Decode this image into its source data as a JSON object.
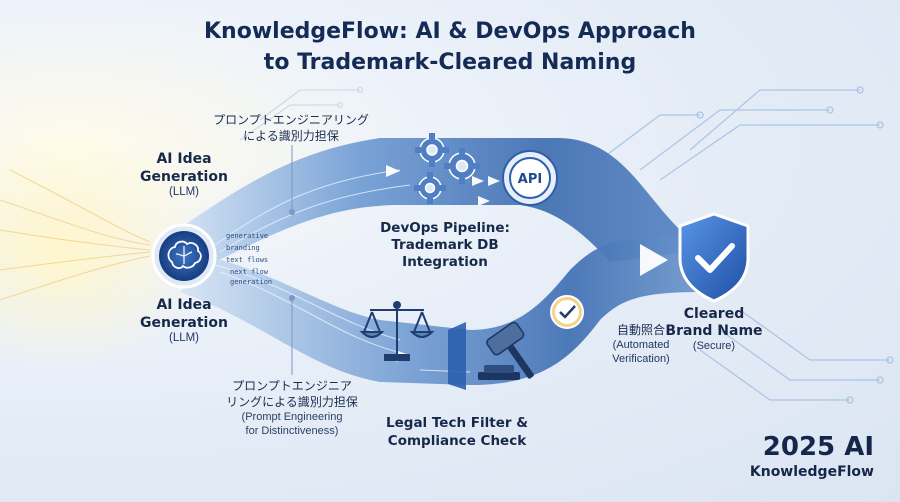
{
  "title": {
    "line1": "KnowledgeFlow: AI & DevOps Approach",
    "line2": "to Trademark-Cleared Naming"
  },
  "ai_top": {
    "title_line1": "AI Idea",
    "title_line2": "Generation",
    "sub": "(LLM)"
  },
  "ai_bottom": {
    "title_line1": "AI Idea",
    "title_line2": "Generation",
    "sub": "(LLM)"
  },
  "prompt_top": {
    "line1": "プロンプトエンジニアリング",
    "line2": "による識別力担保"
  },
  "prompt_bottom": {
    "line1": "プロンプトエンジニア",
    "line2": "リングによる識別力担保",
    "sub1": "(Prompt Engineering",
    "sub2": "for Distinctiveness)"
  },
  "devops": {
    "line1": "DevOps Pipeline:",
    "line2": "Trademark DB",
    "line3": "Integration"
  },
  "api_label": "API",
  "legal": {
    "line1": "Legal Tech Filter &",
    "line2": "Compliance Check"
  },
  "verify": {
    "jp": "自動照合",
    "sub1": "(Automated",
    "sub2": "Verification)"
  },
  "cleared": {
    "line1": "Cleared",
    "line2": "Brand Name",
    "sub": "(Secure)"
  },
  "stream_words": [
    "generative",
    "branding",
    "text flows",
    "next flow",
    "generation"
  ],
  "footer": {
    "year": "2025 AI",
    "brand": "KnowledgeFlow"
  },
  "colors": {
    "title": "#142b55",
    "river_dark": "#3e6db0",
    "river_light": "#cfe0f3",
    "accent": "#2f6fd0",
    "shield": "#2a64c4"
  },
  "icons": [
    "brain-icon",
    "gear-icon",
    "api-icon",
    "scales-icon",
    "gavel-icon",
    "checkmark-icon",
    "shield-check-icon"
  ]
}
